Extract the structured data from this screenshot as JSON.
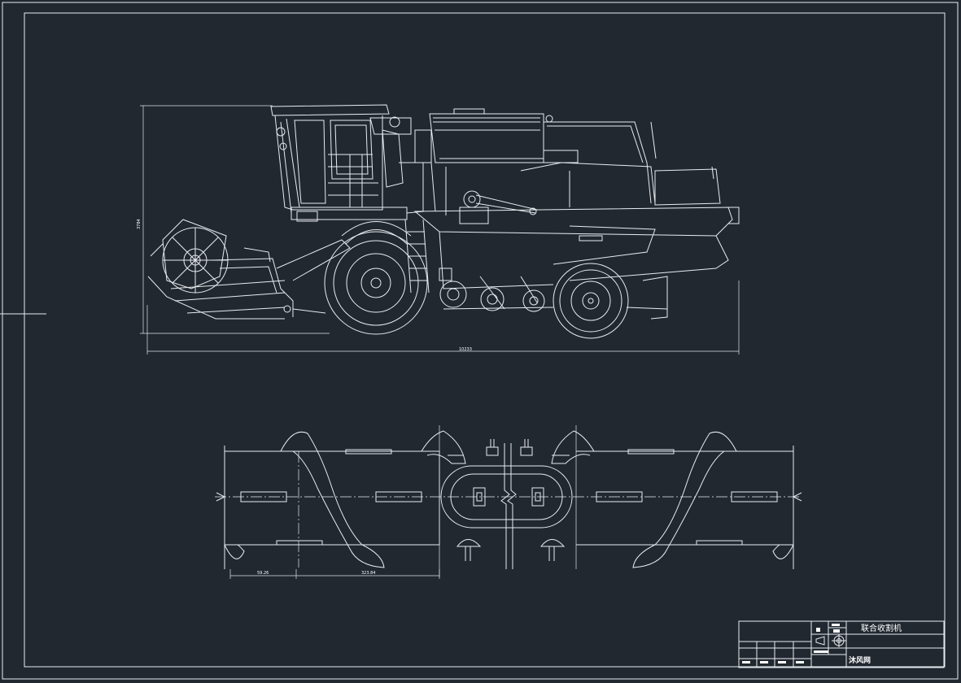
{
  "drawing": {
    "overall_length": "10233",
    "overall_height": "3784",
    "dim_left": "59.26",
    "dim_right": "323.84"
  },
  "title_block": {
    "title": "联合收割机",
    "site": "沐风网"
  },
  "colors": {
    "background": "#212830",
    "lines": "#e9ecef"
  }
}
